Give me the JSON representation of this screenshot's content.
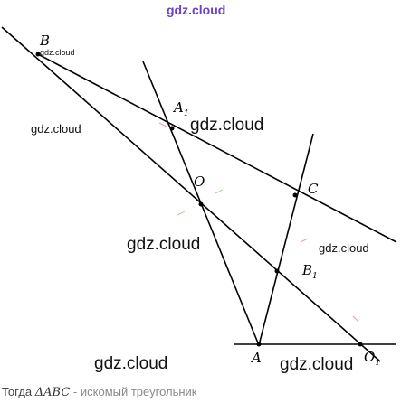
{
  "watermarks": {
    "top": "gdz.cloud",
    "near_b": "gdz.cloud",
    "left": "gdz.cloud",
    "near_a1": "gdz.cloud",
    "center": "gdz.cloud",
    "right": "gdz.cloud",
    "bottom_left": "gdz.cloud",
    "bottom_right": "gdz.cloud"
  },
  "points": {
    "B": "B",
    "A1": "A",
    "A1_sub": "1",
    "O": "O",
    "C": "C",
    "B1": "B",
    "B1_sub": "1",
    "A": "A",
    "O1": "O",
    "O1_sub": "1"
  },
  "caption": {
    "prefix": "Тогда",
    "triangle": "ΔABC",
    "suffix": "- искомый треугольник"
  },
  "colors": {
    "line": "#000000",
    "watermark_accent": "#6a3fd0",
    "mark_pink": "#f0a0b8",
    "mark_green": "#a8d8a0"
  }
}
